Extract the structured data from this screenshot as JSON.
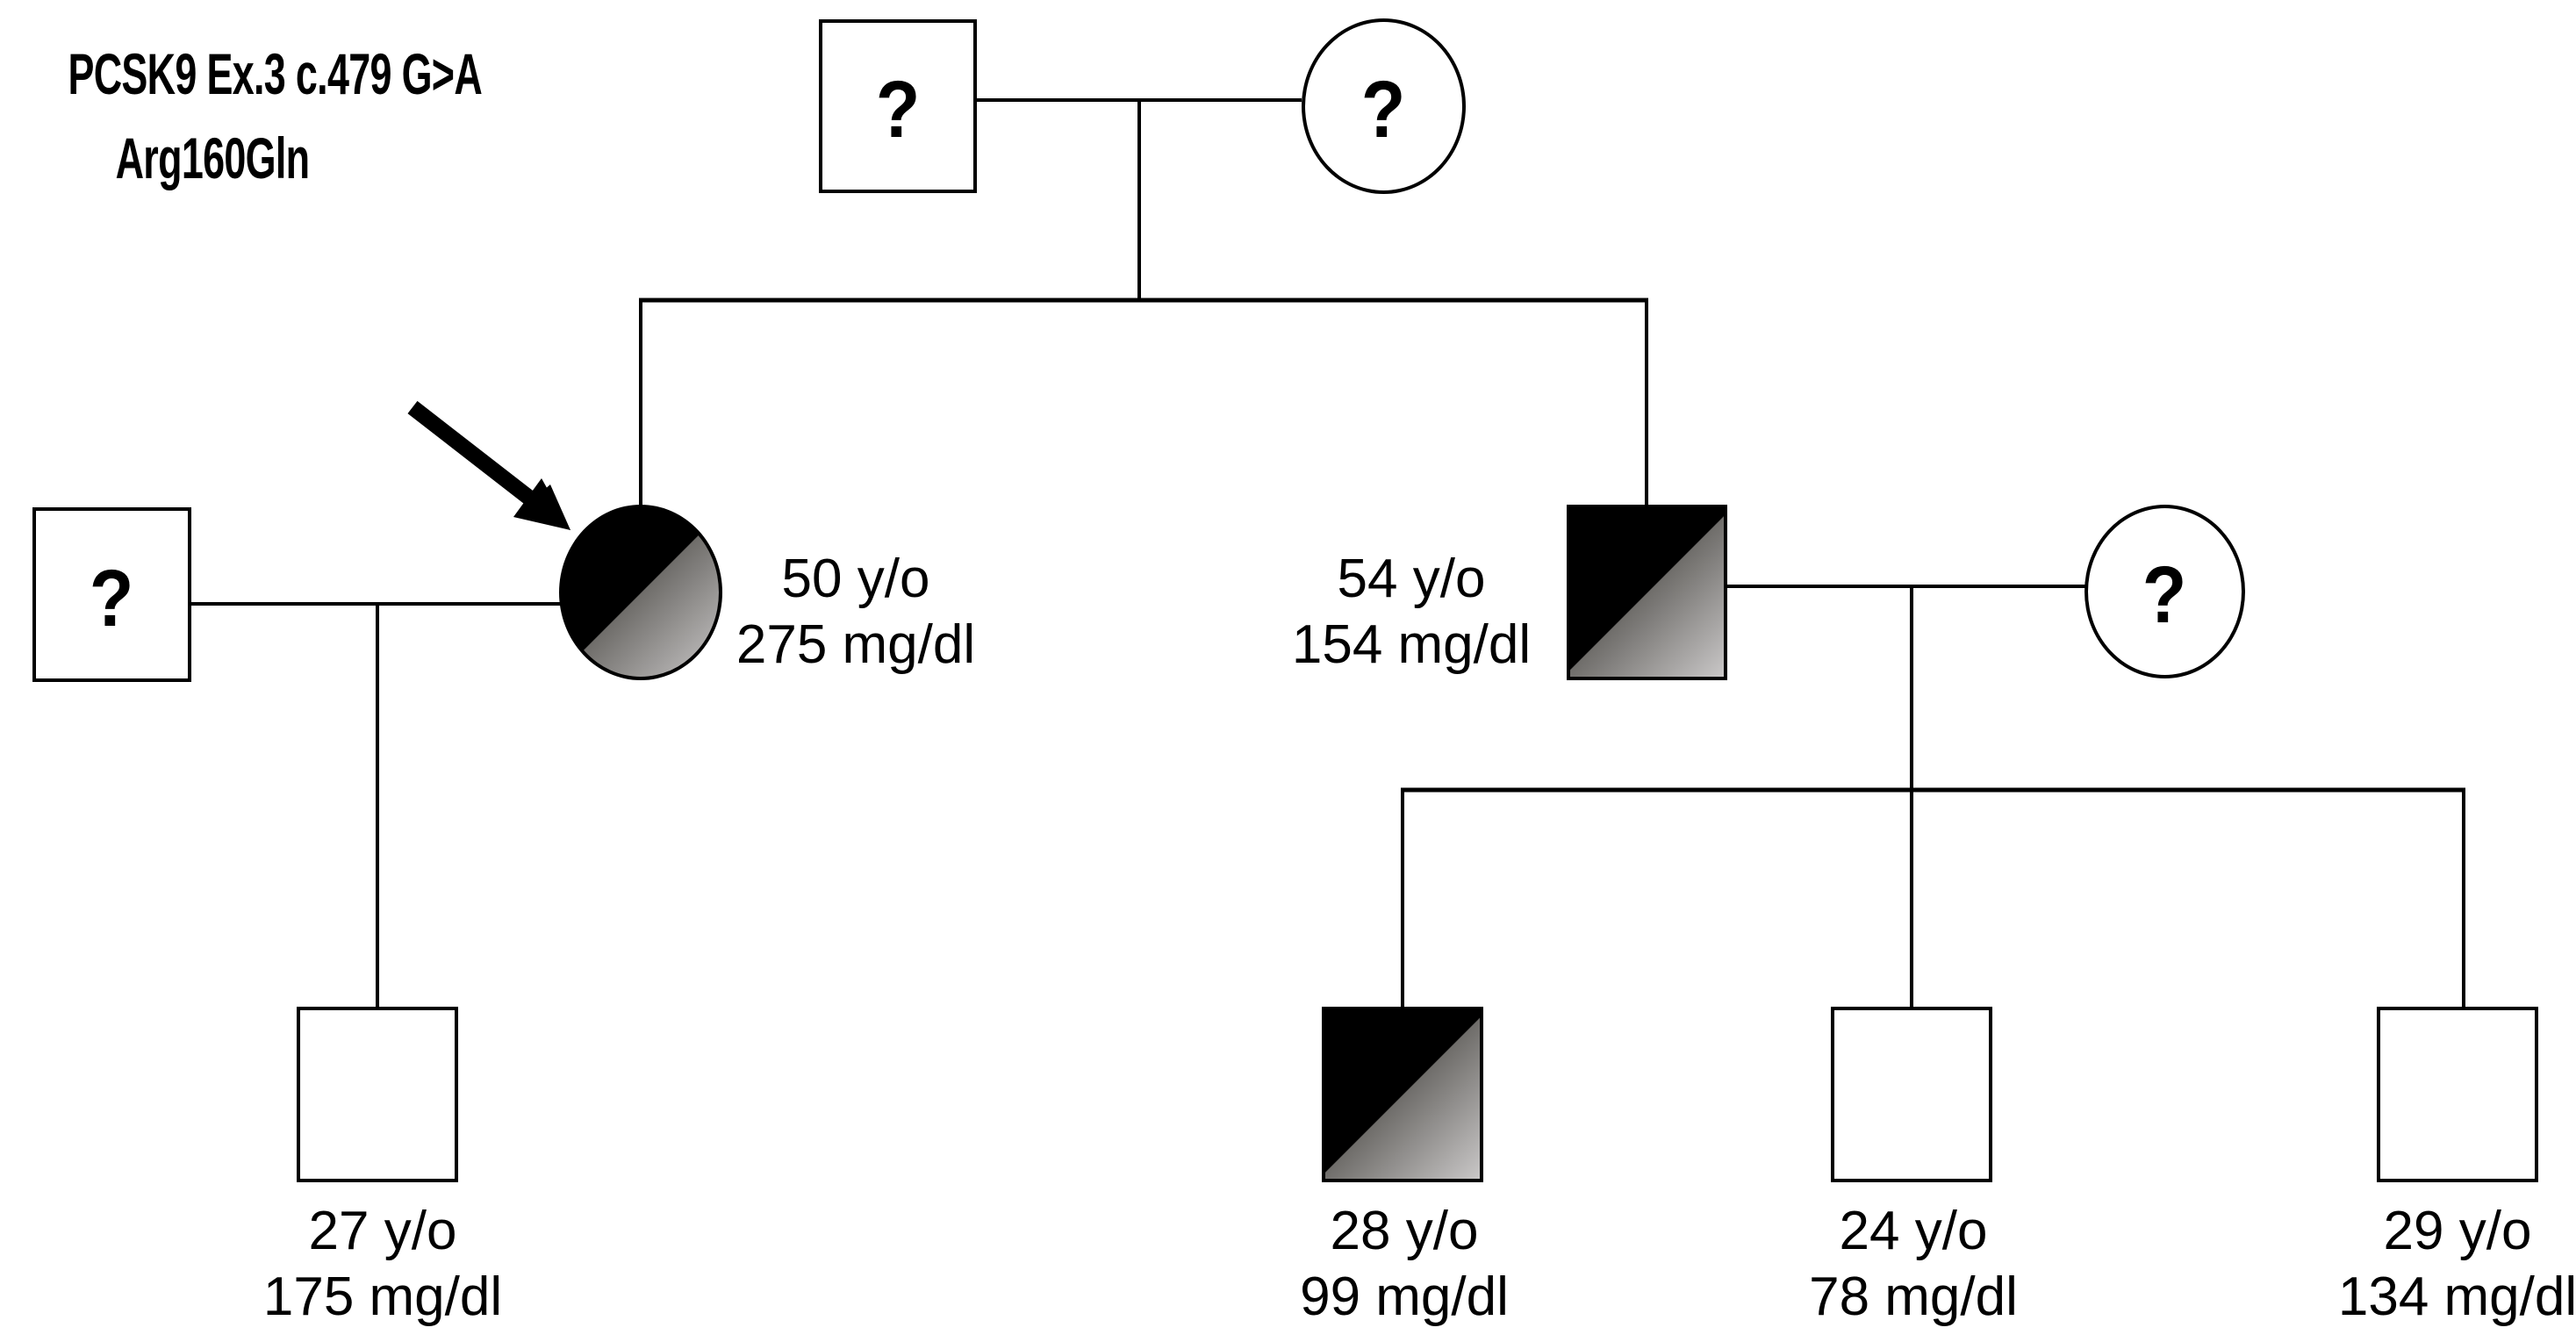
{
  "title": {
    "line1": "PCSK9 Ex.3 c.479 G>A",
    "line2": "Arg160Gln"
  },
  "pedigree": {
    "condition": "PCSK9 Ex.3 c.479 G>A Arg160Gln",
    "individuals": {
      "gen1_father": {
        "symbol": "square",
        "status": "unknown",
        "marker": "?"
      },
      "gen1_mother": {
        "symbol": "circle",
        "status": "unknown",
        "marker": "?"
      },
      "gen2_husband": {
        "symbol": "square",
        "status": "unknown",
        "marker": "?"
      },
      "proband": {
        "symbol": "circle",
        "status": "carrier",
        "proband": true,
        "age": "50 y/o",
        "cholesterol": "275 mg/dl"
      },
      "gen2_brother": {
        "symbol": "square",
        "status": "carrier",
        "proband": false,
        "age": "54 y/o",
        "cholesterol": "154 mg/dl"
      },
      "gen2_wife": {
        "symbol": "circle",
        "status": "unknown",
        "marker": "?"
      },
      "son_27": {
        "symbol": "square",
        "status": "unaffected",
        "age": "27 y/o",
        "cholesterol": "175 mg/dl"
      },
      "son_28": {
        "symbol": "square",
        "status": "carrier",
        "age": "28 y/o",
        "cholesterol": "99 mg/dl"
      },
      "son_24": {
        "symbol": "square",
        "status": "unaffected",
        "age": "24 y/o",
        "cholesterol": "78 mg/dl"
      },
      "son_29": {
        "symbol": "square",
        "status": "unaffected",
        "age": "29 y/o",
        "cholesterol": "134 mg/dl"
      }
    },
    "colors": {
      "affected_fill": "#000000",
      "carrier_gray_dark": "#6f6d6a",
      "carrier_gray_light": "#c9c7c7",
      "line": "#000000",
      "background": "#ffffff"
    }
  }
}
